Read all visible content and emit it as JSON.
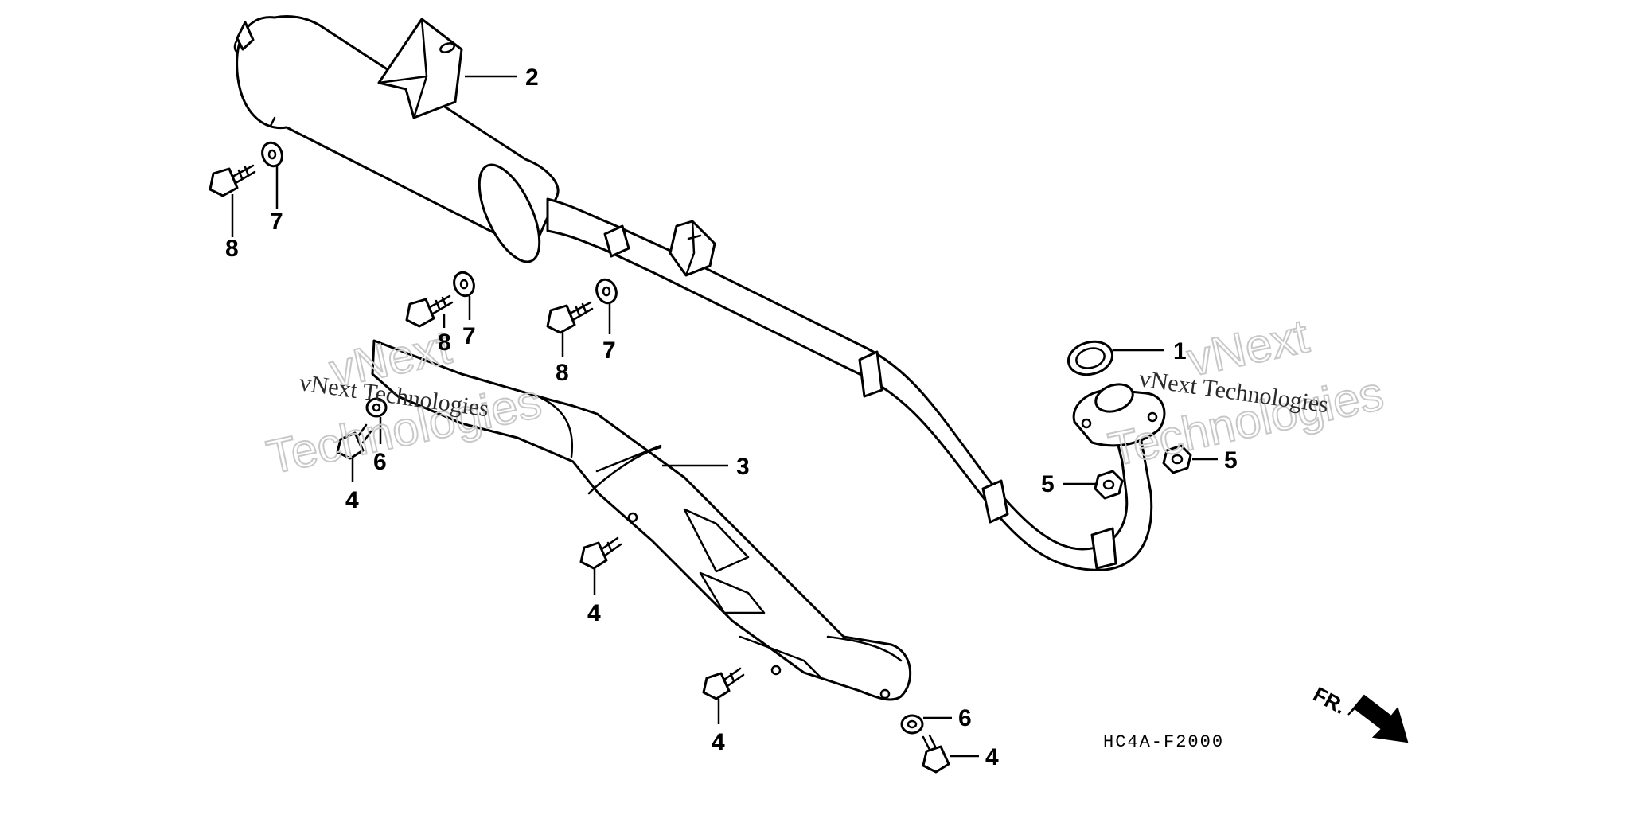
{
  "diagram": {
    "callouts": [
      {
        "id": "c1",
        "label": "1"
      },
      {
        "id": "c2",
        "label": "2"
      },
      {
        "id": "c3",
        "label": "3"
      },
      {
        "id": "c4a",
        "label": "4"
      },
      {
        "id": "c4b",
        "label": "4"
      },
      {
        "id": "c4c",
        "label": "4"
      },
      {
        "id": "c4d",
        "label": "4"
      },
      {
        "id": "c5a",
        "label": "5"
      },
      {
        "id": "c5b",
        "label": "5"
      },
      {
        "id": "c6a",
        "label": "6"
      },
      {
        "id": "c6b",
        "label": "6"
      },
      {
        "id": "c7a",
        "label": "7"
      },
      {
        "id": "c7b",
        "label": "7"
      },
      {
        "id": "c7c",
        "label": "7"
      },
      {
        "id": "c8a",
        "label": "8"
      },
      {
        "id": "c8b",
        "label": "8"
      },
      {
        "id": "c8c",
        "label": "8"
      }
    ],
    "drawing_code": "HC4A-F2000",
    "direction_label": "FR.",
    "watermarks": [
      {
        "big_top": "vNext",
        "big_bottom": "Technologies",
        "small": "vNext Technologies"
      },
      {
        "big_top": "vNext",
        "big_bottom": "Technologies",
        "small": "vNext Technologies"
      }
    ]
  }
}
